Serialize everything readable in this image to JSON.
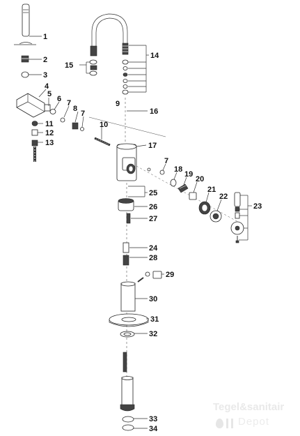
{
  "parts": [
    {
      "id": "1",
      "label": "1"
    },
    {
      "id": "2",
      "label": "2"
    },
    {
      "id": "3",
      "label": "3"
    },
    {
      "id": "4",
      "label": "4"
    },
    {
      "id": "5",
      "label": "5"
    },
    {
      "id": "6",
      "label": "6"
    },
    {
      "id": "7a",
      "label": "7"
    },
    {
      "id": "8",
      "label": "8"
    },
    {
      "id": "7b",
      "label": "7"
    },
    {
      "id": "9",
      "label": "9"
    },
    {
      "id": "10",
      "label": "10"
    },
    {
      "id": "11",
      "label": "11"
    },
    {
      "id": "12",
      "label": "12"
    },
    {
      "id": "13",
      "label": "13"
    },
    {
      "id": "14",
      "label": "14"
    },
    {
      "id": "15",
      "label": "15"
    },
    {
      "id": "16",
      "label": "16"
    },
    {
      "id": "17",
      "label": "17"
    },
    {
      "id": "7c",
      "label": "7"
    },
    {
      "id": "18",
      "label": "18"
    },
    {
      "id": "19",
      "label": "19"
    },
    {
      "id": "20",
      "label": "20"
    },
    {
      "id": "21",
      "label": "21"
    },
    {
      "id": "22",
      "label": "22"
    },
    {
      "id": "23",
      "label": "23"
    },
    {
      "id": "25",
      "label": "25"
    },
    {
      "id": "26",
      "label": "26"
    },
    {
      "id": "27",
      "label": "27"
    },
    {
      "id": "24",
      "label": "24"
    },
    {
      "id": "28",
      "label": "28"
    },
    {
      "id": "29",
      "label": "29"
    },
    {
      "id": "30",
      "label": "30"
    },
    {
      "id": "31",
      "label": "31"
    },
    {
      "id": "32",
      "label": "32"
    },
    {
      "id": "33",
      "label": "33"
    },
    {
      "id": "34",
      "label": "34"
    }
  ],
  "watermark": {
    "line1": "Tegel&sanitair",
    "line2": "Depot"
  }
}
